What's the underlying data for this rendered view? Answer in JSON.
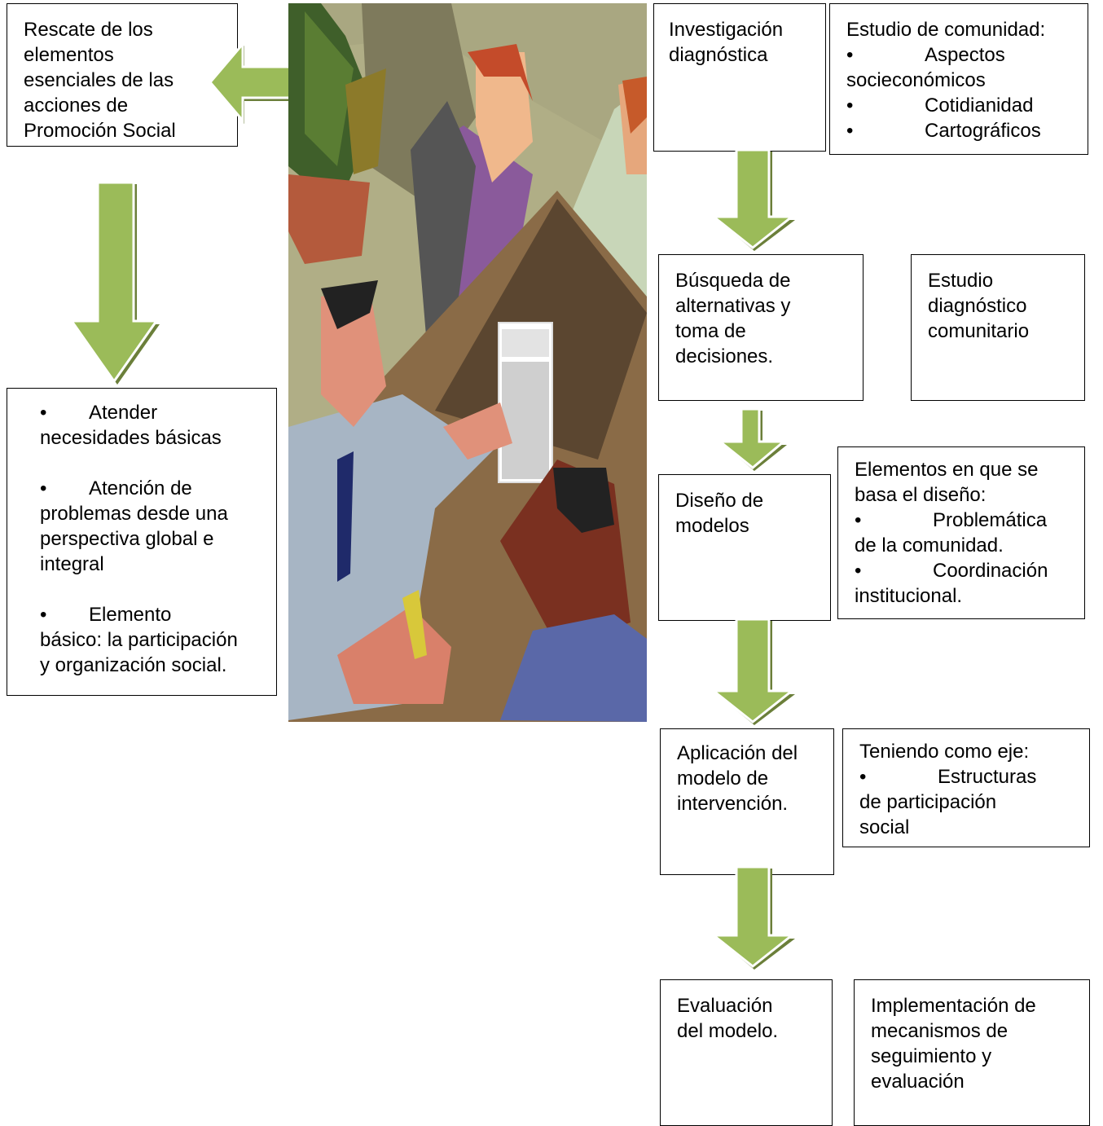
{
  "colors": {
    "arrow_fill": "#9bbb59",
    "arrow_shadow": "#6b7f3a",
    "box_border": "#000000"
  },
  "left": {
    "rescate_box": [
      "Rescate de los",
      "elementos",
      "esenciales de las",
      "acciones de",
      "Promoción Social"
    ],
    "goals_box": {
      "item1": {
        "bullet": "Atender",
        "rest": "necesidades básicas"
      },
      "item2": {
        "bullet": "Atención de",
        "rest1": "problemas desde una",
        "rest2": "perspectiva global e",
        "rest3": "integral"
      },
      "item3": {
        "bullet": "Elemento",
        "rest1": "básico: la participación",
        "rest2": "y organización social."
      }
    }
  },
  "illustration": {
    "icon": "business-meeting-clipart"
  },
  "flow": {
    "step1": [
      "Investigación",
      "diagnóstica"
    ],
    "step1_note": {
      "title": "Estudio de comunidad:",
      "item1": "Aspectos",
      "item1_rest": "socieconómicos",
      "item2": "Cotidianidad",
      "item3": "Cartográficos"
    },
    "step2": [
      "Búsqueda de",
      "alternativas y",
      "toma de",
      "decisiones."
    ],
    "step2_note": [
      "Estudio",
      "diagnóstico",
      "comunitario"
    ],
    "step3": [
      "Diseño de",
      "modelos"
    ],
    "step3_note": {
      "title1": "Elementos en que se",
      "title2": "basa el diseño:",
      "item1": "Problemática",
      "item1_rest": "de la comunidad.",
      "item2": "Coordinación",
      "item2_rest": "institucional."
    },
    "step4": [
      "Aplicación del",
      "modelo de",
      "intervención."
    ],
    "step4_note": {
      "title": "Teniendo como eje:",
      "item1": "Estructuras",
      "item1_rest1": "de participación",
      "item1_rest2": "social"
    },
    "step5": [
      "Evaluación",
      "del modelo."
    ],
    "step5_note": [
      "Implementación de",
      "mecanismos de",
      "seguimiento y",
      "evaluación"
    ]
  }
}
